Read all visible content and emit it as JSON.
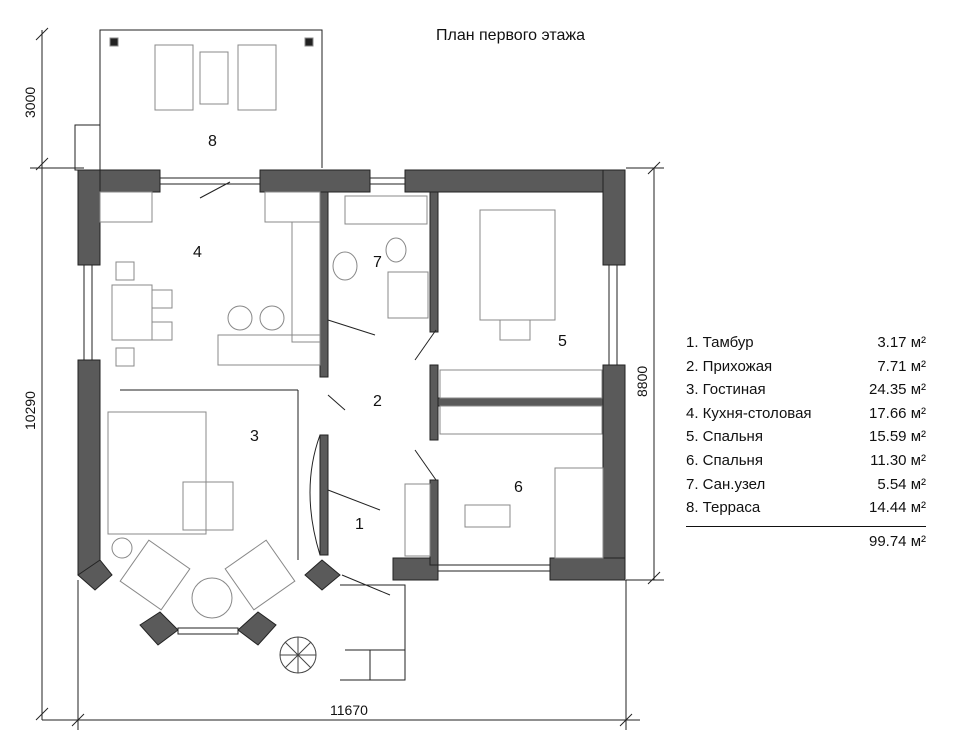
{
  "title": "План первого этажа",
  "dimensions": {
    "total_width": "11670",
    "total_height": "10290",
    "terrace_depth": "3000",
    "right_height": "8800"
  },
  "room_labels": [
    "1",
    "2",
    "3",
    "4",
    "5",
    "6",
    "7",
    "8"
  ],
  "legend": [
    {
      "name": "1. Тамбур",
      "area": "3.17 м²"
    },
    {
      "name": "2. Прихожая",
      "area": "7.71 м²"
    },
    {
      "name": "3. Гостиная",
      "area": "24.35 м²"
    },
    {
      "name": "4. Кухня-столовая",
      "area": "17.66 м²"
    },
    {
      "name": "5. Спальня",
      "area": "15.59 м²"
    },
    {
      "name": "6. Спальня",
      "area": "11.30 м²"
    },
    {
      "name": "7. Сан.узел",
      "area": "5.54 м²"
    },
    {
      "name": "8. Терраса",
      "area": "14.44 м²"
    }
  ],
  "total_area": "99.74 м²",
  "colors": {
    "wall": "#5a5a5a",
    "line": "#222222",
    "furniture": "#888888"
  }
}
